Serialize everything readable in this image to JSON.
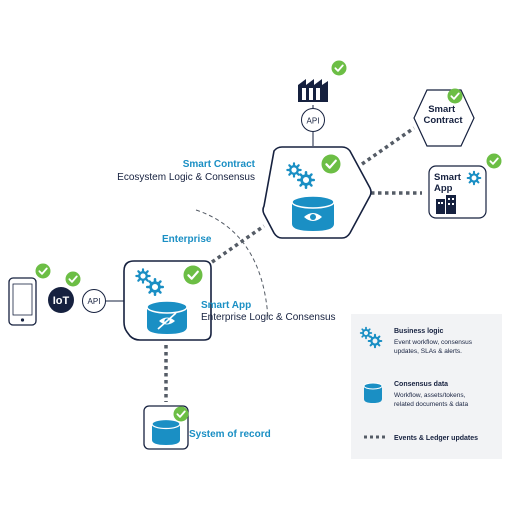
{
  "colors": {
    "navy": "#16213f",
    "teal": "#1a8fc4",
    "check": "#6cbe45",
    "legend_bg": "#f2f3f5",
    "dash": "#555c66"
  },
  "labels": {
    "api_top": "API",
    "api_left": "API",
    "iot": "IoT",
    "smart_contract_node": "Smart Contract",
    "smart_app_node_line1": "Smart",
    "smart_app_node_line2": "App",
    "smart_contract_title": "Smart Contract",
    "smart_contract_sub": "Ecosystem Logic & Consensus",
    "enterprise": "Enterprise",
    "smart_app_title": "Smart App",
    "smart_app_sub": "Enterprise Logic & Consensus",
    "system_of_record": "System of record"
  },
  "legend": {
    "items": [
      {
        "icon": "gears-icon",
        "title": "Business logic",
        "desc_lines": [
          "Event workflow, consensus",
          "updates, SLAs & alerts."
        ]
      },
      {
        "icon": "database-icon",
        "title": "Consensus data",
        "desc_lines": [
          "Workflow, assets/tokens,",
          "related documents & data"
        ]
      },
      {
        "icon": "dotted-line-icon",
        "title": "Events & Ledger updates",
        "desc_lines": []
      }
    ]
  }
}
